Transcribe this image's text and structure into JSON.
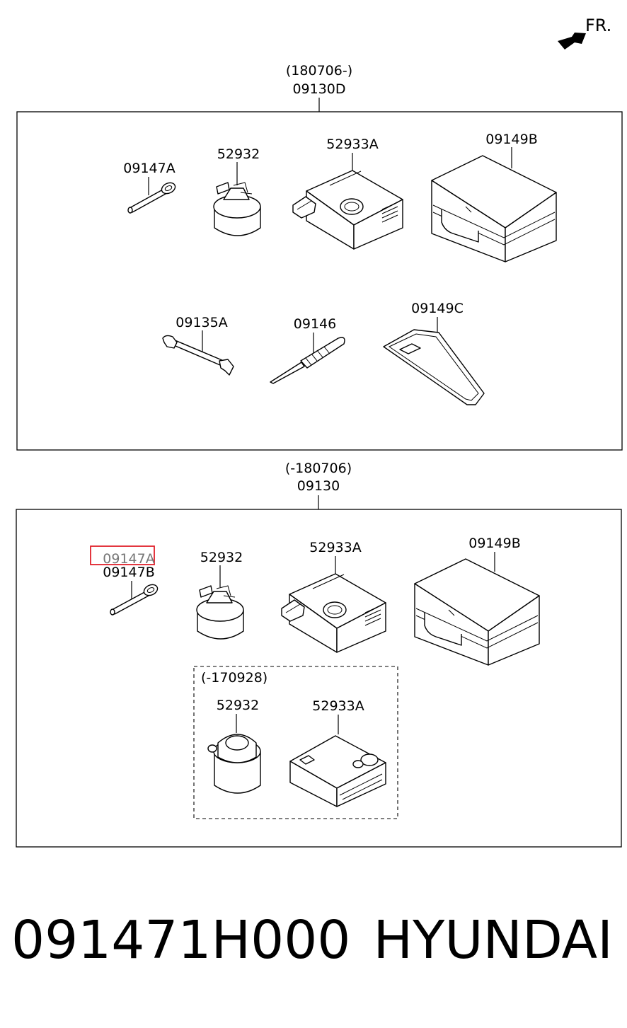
{
  "orientation": {
    "label": "FR.",
    "icon": "front-direction-arrow-icon"
  },
  "groups": [
    {
      "id": "upper",
      "date_range": "(180706-)",
      "assembly_code": "09130D",
      "parts": [
        "09147A",
        "52932",
        "52933A",
        "09149B",
        "09135A",
        "09146",
        "09149C"
      ]
    },
    {
      "id": "lower",
      "date_range": "(-180706)",
      "assembly_code": "09130",
      "parts": [
        "09147A",
        "09147B",
        "52932",
        "52933A",
        "09149B"
      ],
      "highlighted_part": "09147A",
      "subgroup": {
        "date_range": "(-170928)",
        "parts": [
          "52932",
          "52933A"
        ]
      }
    }
  ],
  "highlight_color": "#e0202a",
  "footer": {
    "part_number": "091471H000",
    "brand": "HYUNDAI"
  }
}
